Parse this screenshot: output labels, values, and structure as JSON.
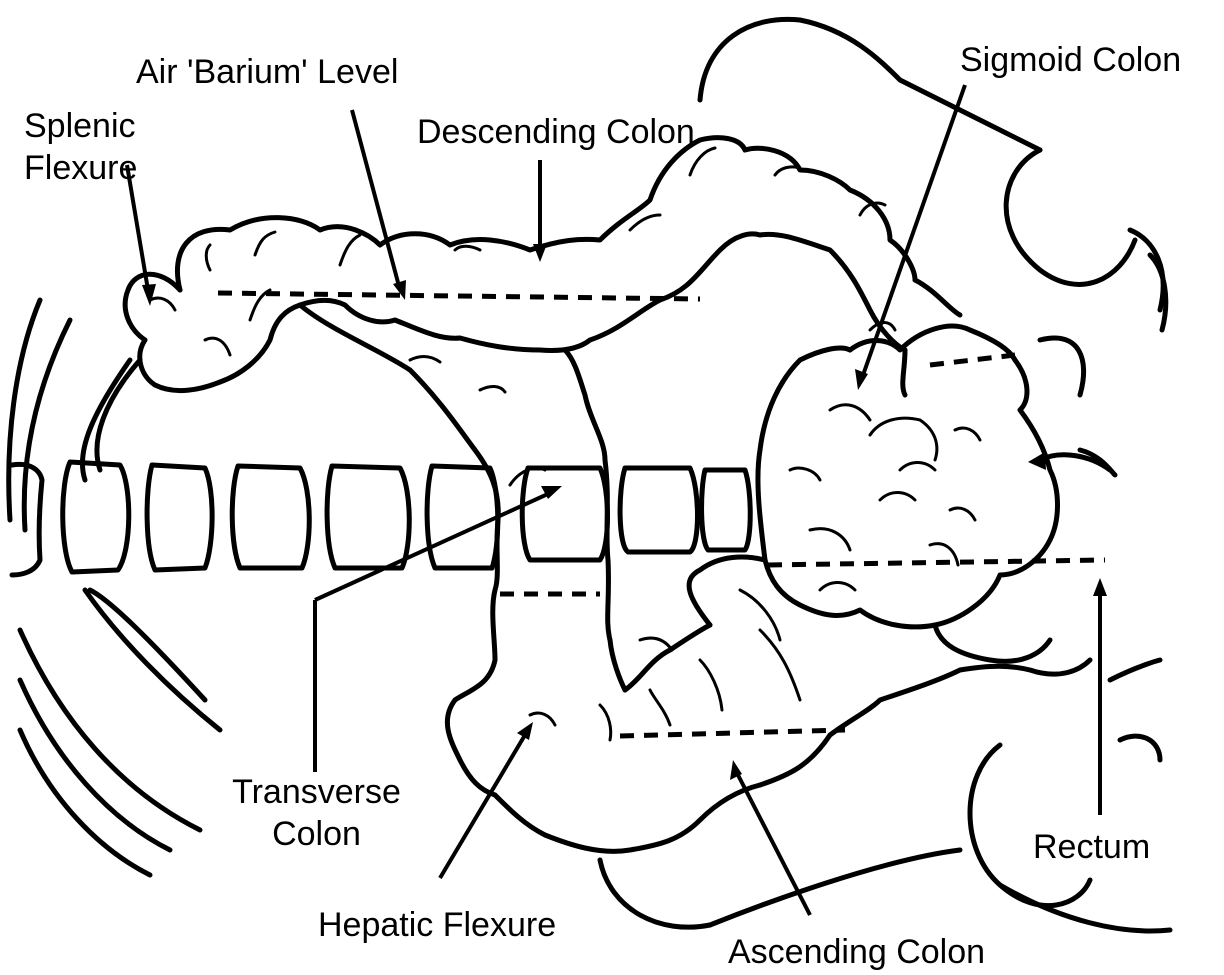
{
  "labels": {
    "air_barium_level": "Air 'Barium' Level",
    "splenic_flexure": [
      "Splenic",
      "Flexure"
    ],
    "descending_colon": "Descending Colon",
    "sigmoid_colon": "Sigmoid Colon",
    "transverse_colon": [
      "Transverse",
      "Colon"
    ],
    "hepatic_flexure": "Hepatic Flexure",
    "ascending_colon": "Ascending Colon",
    "rectum": "Rectum"
  }
}
